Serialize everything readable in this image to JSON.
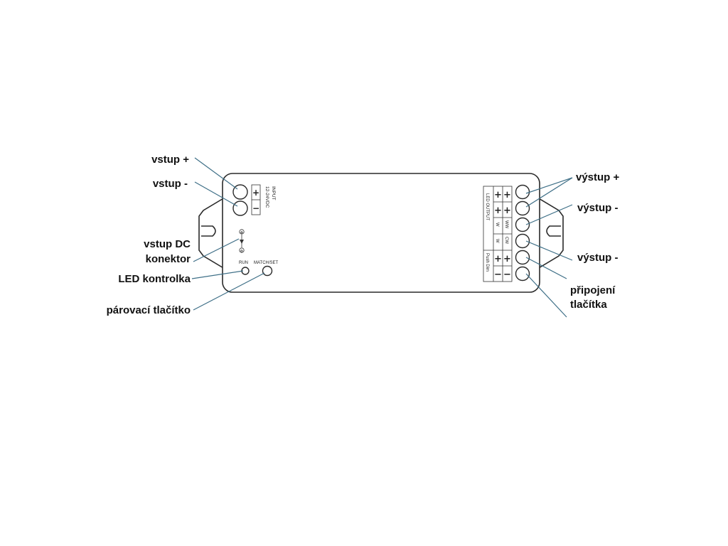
{
  "diagram": {
    "device": {
      "input_header": "INPUT",
      "input_voltage": "12-24VDC",
      "input_plus": "+",
      "input_minus": "−",
      "dc_plus": "⊕",
      "dc_minus": "⊖",
      "run_label": "RUN",
      "match_label": "MATCH/SET",
      "output_header": "LED OUTPUT",
      "push_dim_label": "Push Dim",
      "output_rows": [
        {
          "glyphs": [
            "+",
            "+"
          ]
        },
        {
          "glyphs": [
            "+",
            "+"
          ]
        },
        {
          "glyphs": [
            "W",
            "WW"
          ]
        },
        {
          "glyphs": [
            "W",
            "CW"
          ]
        },
        {
          "glyphs": [
            "+",
            "+"
          ]
        },
        {
          "glyphs": [
            "−",
            "−"
          ]
        }
      ]
    },
    "callouts": {
      "vstup_plus": "vstup +",
      "vstup_minus": "vstup -",
      "dc_line1": "vstup DC",
      "dc_line2": "konektor",
      "led_kontrolka": "LED kontrolka",
      "parovaci": "párovací tlačítko",
      "vystup_plus": "výstup +",
      "vystup_minus_1": "výstup -",
      "vystup_minus_2": "výstup -",
      "pripojeni_line1": "připojení",
      "pripojeni_line2": "tlačítka"
    },
    "colors": {
      "leader_line": "#3e6f87",
      "outline": "#2a2a2a",
      "label": "#111111"
    }
  }
}
